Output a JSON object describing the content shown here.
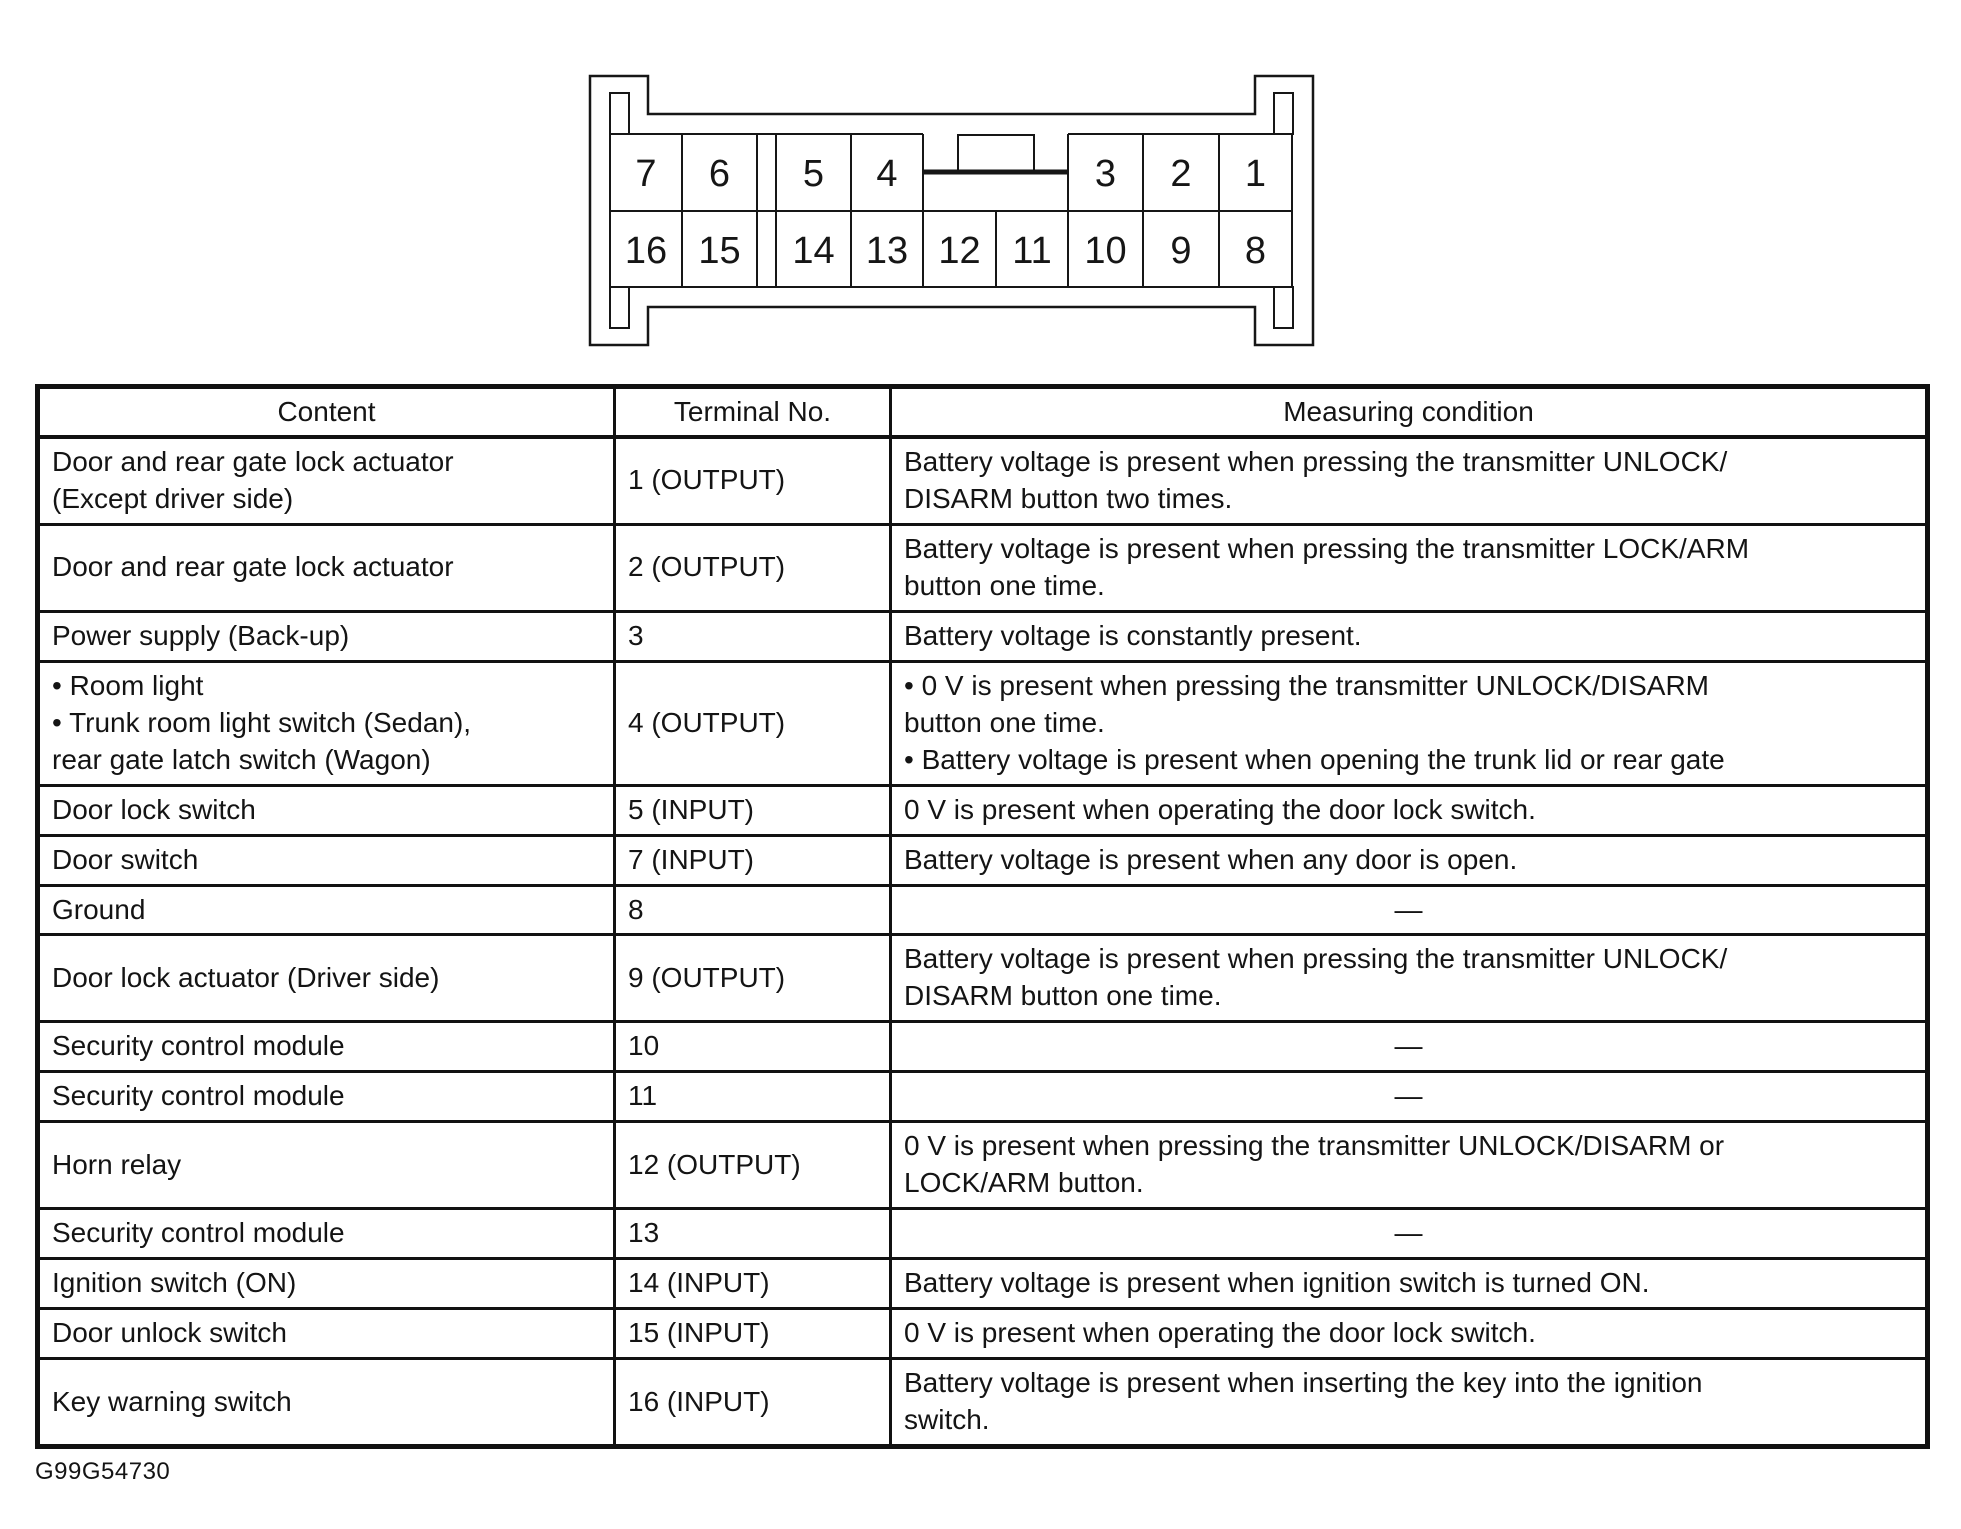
{
  "connector": {
    "name": "16-pin connector pinout",
    "top_row_pins": [
      "7",
      "6",
      "5",
      "4",
      "3",
      "2",
      "1"
    ],
    "bottom_row_pins": [
      "16",
      "15",
      "14",
      "13",
      "12",
      "11",
      "10",
      "9",
      "8"
    ]
  },
  "table": {
    "headers": [
      "Content",
      "Terminal No.",
      "Measuring condition"
    ],
    "rows": [
      {
        "content": "Door and rear gate lock actuator\n(Except driver side)",
        "terminal": "1 (OUTPUT)",
        "condition": "Battery voltage is present when pressing the transmitter UNLOCK/\nDISARM button two times."
      },
      {
        "content": "Door and rear gate lock actuator",
        "terminal": "2 (OUTPUT)",
        "condition": "Battery voltage is present when pressing the transmitter LOCK/ARM\nbutton one time."
      },
      {
        "content": "Power supply (Back-up)",
        "terminal": "3",
        "condition": "Battery voltage is constantly present."
      },
      {
        "content": "•  Room light\n•  Trunk room light switch (Sedan),\nrear gate latch switch (Wagon)",
        "terminal": "4 (OUTPUT)",
        "condition": "•  0 V is present when pressing the transmitter UNLOCK/DISARM\nbutton one time.\n•  Battery voltage is present when opening the trunk lid or rear gate"
      },
      {
        "content": "Door lock switch",
        "terminal": "5 (INPUT)",
        "condition": "0 V is present when operating the door lock switch."
      },
      {
        "content": "Door switch",
        "terminal": "7 (INPUT)",
        "condition": "Battery voltage is present when any door is open."
      },
      {
        "content": "Ground",
        "terminal": "8",
        "condition": "—",
        "center": true
      },
      {
        "content": "Door lock actuator (Driver side)",
        "terminal": "9 (OUTPUT)",
        "condition": "Battery voltage is present when pressing the transmitter UNLOCK/\nDISARM button one time."
      },
      {
        "content": "Security control module",
        "terminal": "10",
        "condition": "—",
        "center": true
      },
      {
        "content": "Security control module",
        "terminal": "11",
        "condition": "—",
        "center": true
      },
      {
        "content": "Horn relay",
        "terminal": "12 (OUTPUT)",
        "condition": "0 V is present when pressing the transmitter UNLOCK/DISARM or\nLOCK/ARM button."
      },
      {
        "content": "Security control module",
        "terminal": "13",
        "condition": "—",
        "center": true
      },
      {
        "content": "Ignition switch (ON)",
        "terminal": "14 (INPUT)",
        "condition": "Battery voltage is present when ignition switch is turned ON."
      },
      {
        "content": "Door unlock switch",
        "terminal": "15 (INPUT)",
        "condition": "0 V is present when operating the door lock switch."
      },
      {
        "content": "Key warning switch",
        "terminal": "16 (INPUT)",
        "condition": "Battery voltage is present when inserting the key into the ignition\nswitch."
      }
    ]
  },
  "footer": {
    "figure_code": "G99G54730"
  },
  "colors": {
    "ink": "#141414",
    "paper": "#ffffff"
  }
}
